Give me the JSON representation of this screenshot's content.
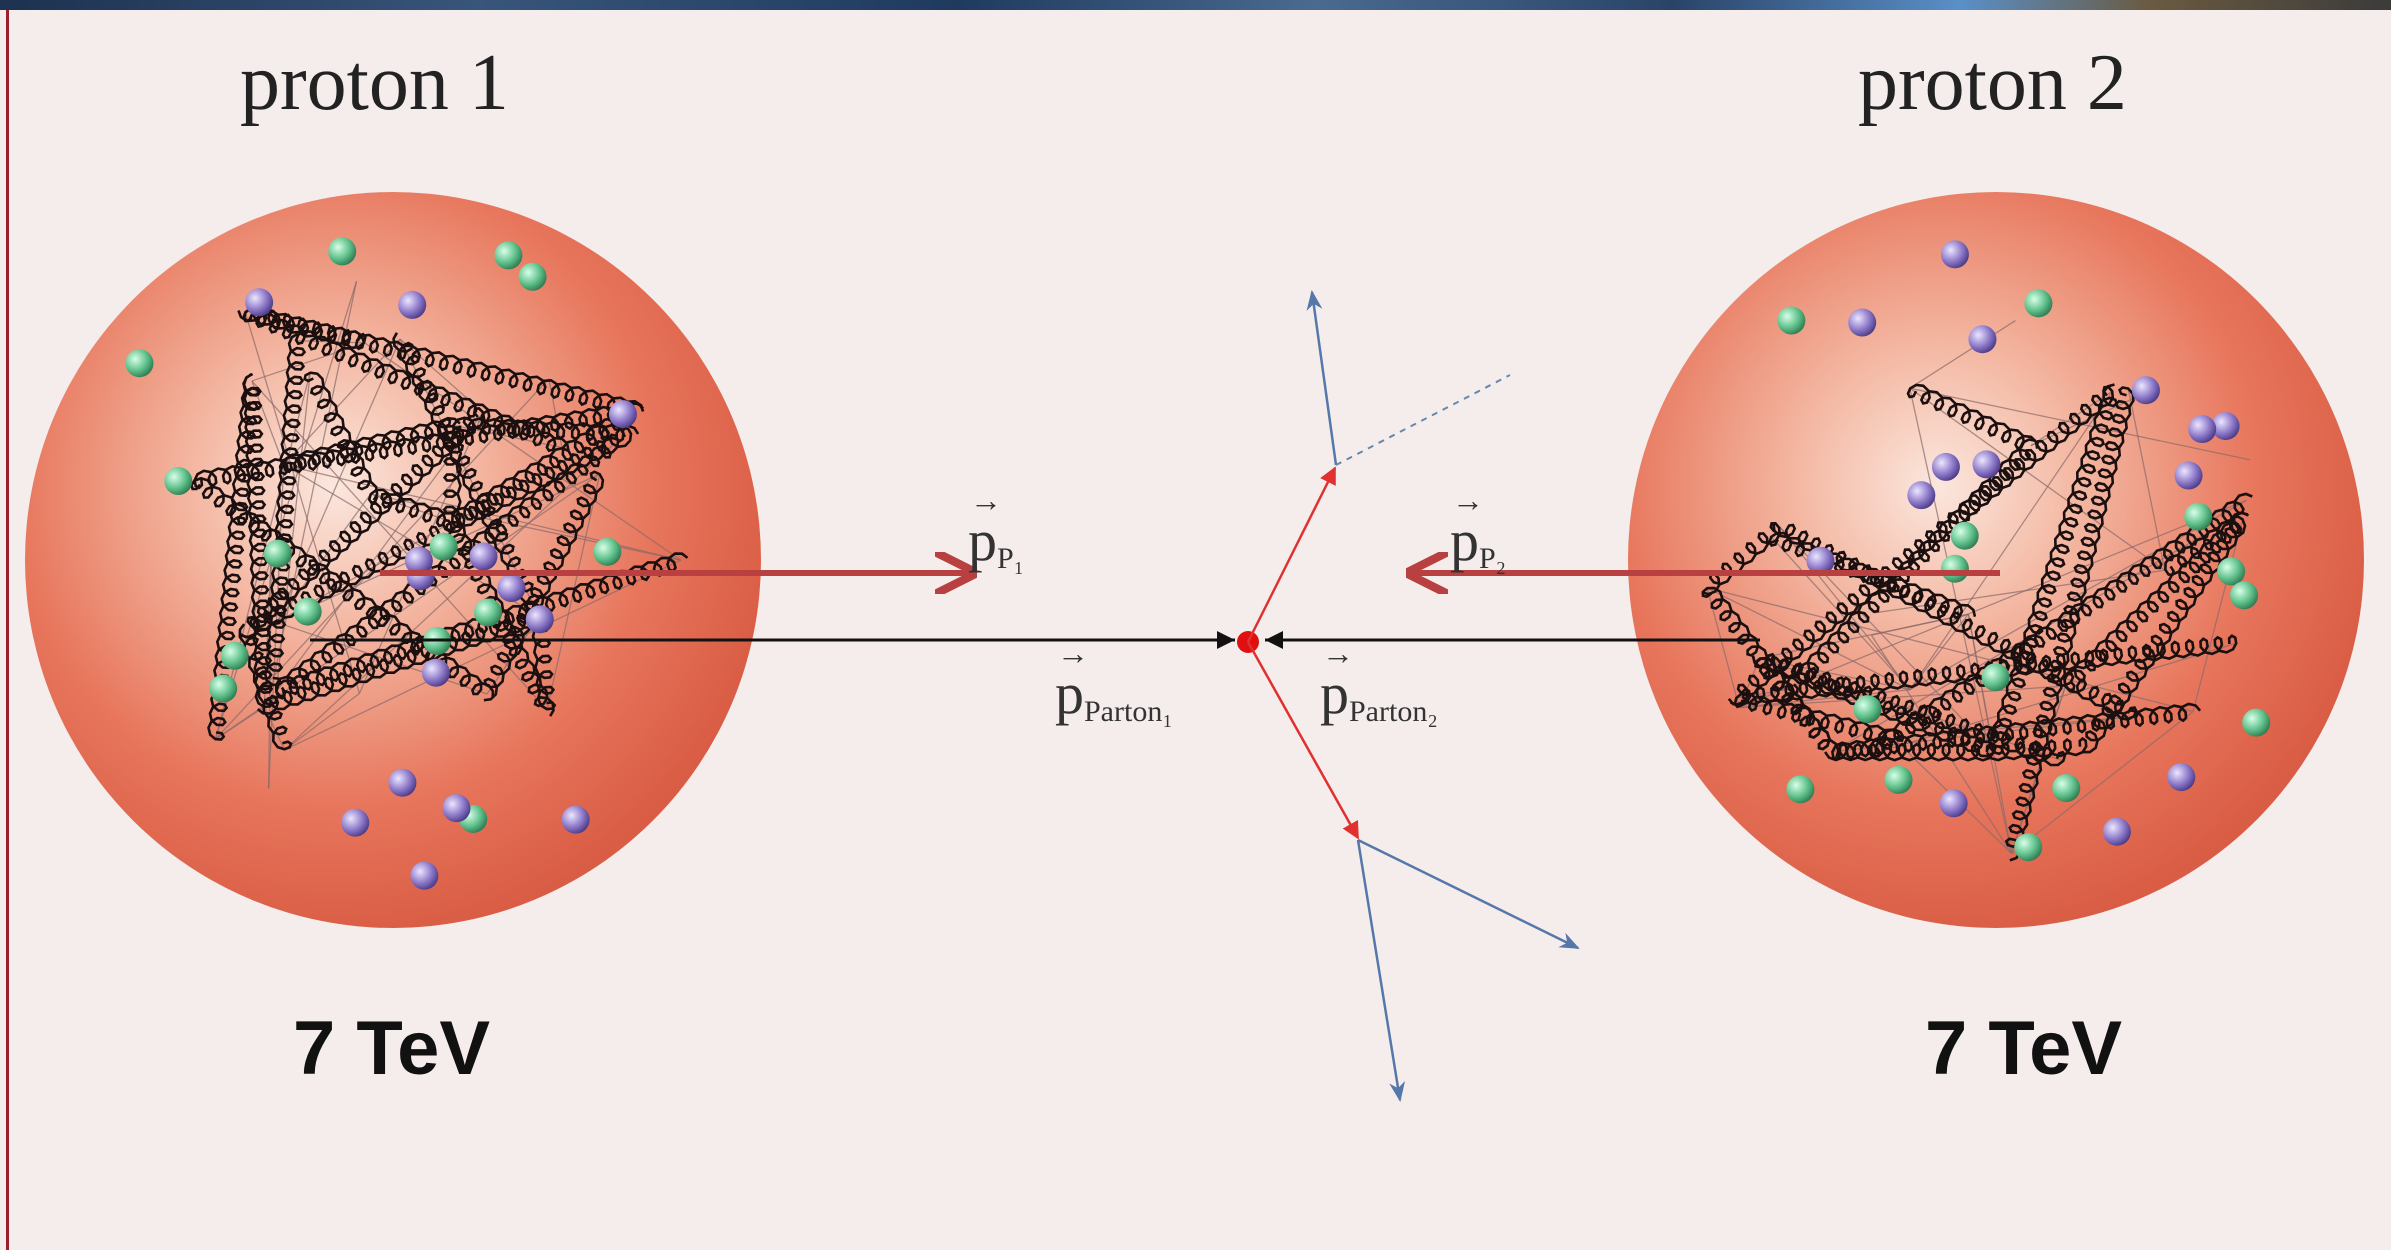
{
  "protons": [
    {
      "title": "proton 1",
      "energy": "7 TeV"
    },
    {
      "title": "proton 2",
      "energy": "7 TeV"
    }
  ],
  "momenta": {
    "p_proton1": {
      "symbol": "p",
      "subscript": "P₁"
    },
    "p_proton2": {
      "symbol": "p",
      "subscript": "P₂"
    },
    "p_parton1": {
      "symbol": "p",
      "subscript": "Parton₁"
    },
    "p_parton2": {
      "symbol": "p",
      "subscript": "Parton₂"
    }
  },
  "colors": {
    "background": "#f5ecec",
    "proton_sphere": "#e0664a",
    "proton_momentum_arrow": "#b84040",
    "parton_line": "#111111",
    "interaction_point": "#e01010",
    "red_outgoing": "#e03030",
    "blue_outgoing": "#5577aa",
    "quark_green": "#5fc08a",
    "quark_purple": "#8c78c8"
  }
}
